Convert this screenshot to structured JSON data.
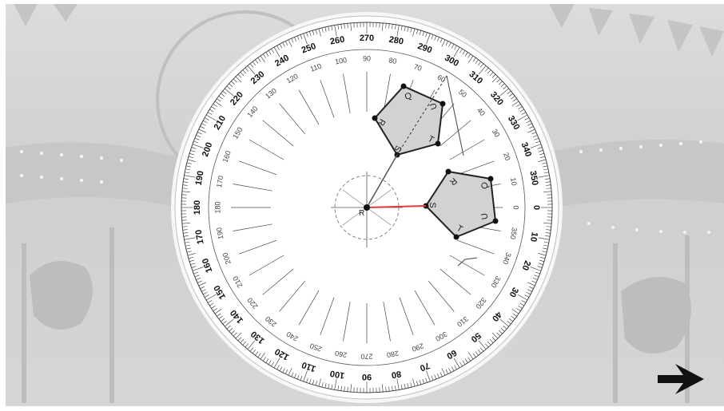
{
  "scene": {
    "background": "fairground carousel photo (faded, grayscale)",
    "accent_line_color": "#e23b3b"
  },
  "protractor": {
    "outer_labels": [
      "0",
      "10",
      "20",
      "30",
      "40",
      "50",
      "60",
      "70",
      "80",
      "90",
      "100",
      "110",
      "120",
      "130",
      "140",
      "150",
      "160",
      "170",
      "180",
      "190",
      "200",
      "210",
      "220",
      "230",
      "240",
      "250",
      "260",
      "270",
      "280",
      "290",
      "300",
      "310",
      "320",
      "330",
      "340",
      "350"
    ],
    "inner_labels": [
      "0",
      "10",
      "20",
      "30",
      "40",
      "50",
      "60",
      "70",
      "80",
      "90",
      "100",
      "110",
      "120",
      "130",
      "140",
      "150",
      "160",
      "170",
      "180",
      "190",
      "200",
      "210",
      "220",
      "230",
      "240",
      "250",
      "260",
      "270",
      "280",
      "290",
      "300",
      "310",
      "320",
      "330",
      "340",
      "350"
    ]
  },
  "shapes": {
    "original_vertex_labels": [
      "Q",
      "R",
      "S",
      "T",
      "U"
    ],
    "rotated_vertex_labels": [
      "Q",
      "R",
      "S",
      "T",
      "U"
    ],
    "center_label": "R"
  },
  "navigation": {
    "next_icon": "right-arrow-icon"
  }
}
